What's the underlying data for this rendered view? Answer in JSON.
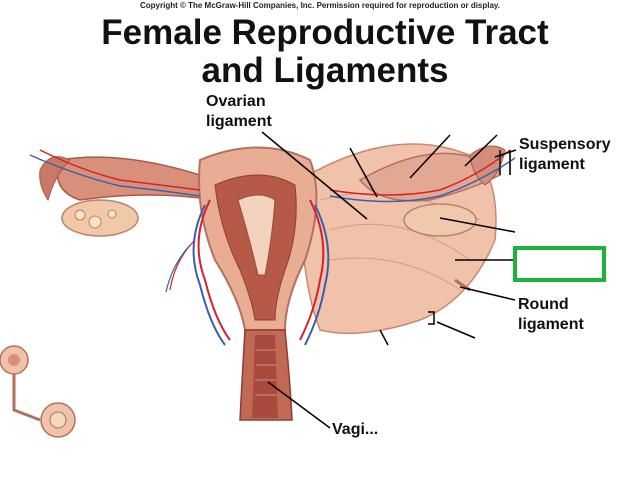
{
  "copyright": "Copyright © The McGraw-Hill Companies, Inc. Permission required for reproduction or display.",
  "title_line1": "Female Reproductive Tract",
  "title_line2": "and Ligaments",
  "labels": {
    "ovarian_ligament_1": "Ovarian",
    "ovarian_ligament_2": "ligament",
    "suspensory_ligament_1": "Suspensory",
    "suspensory_ligament_2": "ligament",
    "round_ligament_1": "Round",
    "round_ligament_2": "ligament",
    "vagina": "Vagi..."
  },
  "colors": {
    "tissue": "#ecb59a",
    "tissue_dark": "#c97f6a",
    "muscle": "#a94b3c",
    "artery": "#d2232a",
    "vein": "#3a5fb0",
    "highlight_box": "#1db339"
  }
}
